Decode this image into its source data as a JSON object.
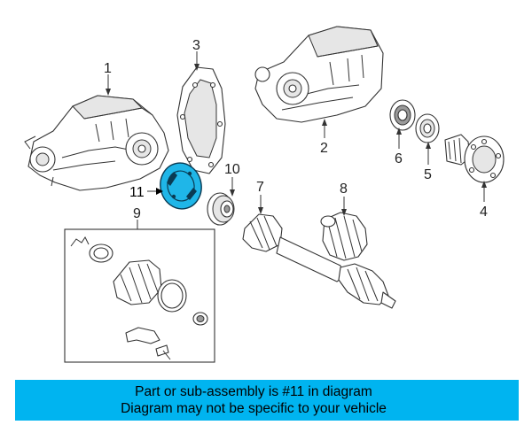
{
  "diagram": {
    "callouts": [
      {
        "id": "1",
        "label": "1"
      },
      {
        "id": "2",
        "label": "2"
      },
      {
        "id": "3",
        "label": "3"
      },
      {
        "id": "4",
        "label": "4"
      },
      {
        "id": "5",
        "label": "5"
      },
      {
        "id": "6",
        "label": "6"
      },
      {
        "id": "7",
        "label": "7"
      },
      {
        "id": "8",
        "label": "8"
      },
      {
        "id": "9",
        "label": "9"
      },
      {
        "id": "10",
        "label": "10"
      },
      {
        "id": "11",
        "label": "11"
      }
    ],
    "highlighted_part": "11",
    "highlight_color": "#1fb6e8"
  },
  "banner": {
    "line1": "Part or sub-assembly is #11 in diagram",
    "line2": "Diagram may not be specific to your vehicle",
    "background_color": "#00b4f0"
  }
}
